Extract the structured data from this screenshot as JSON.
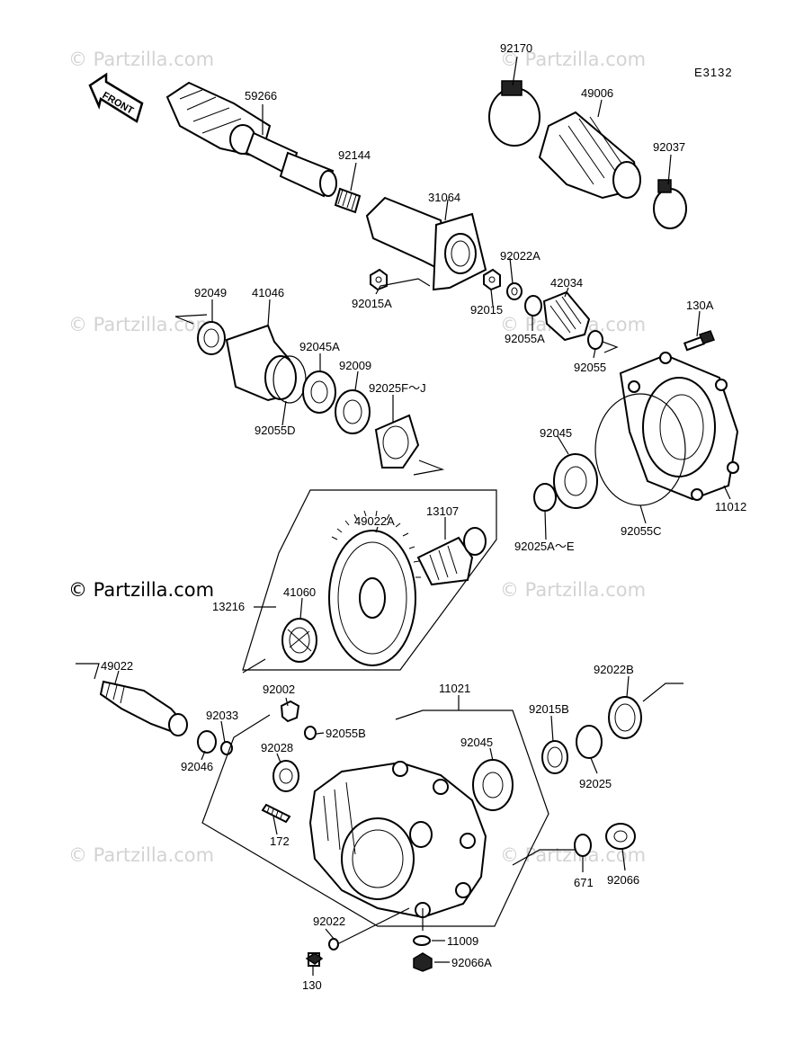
{
  "diagram_code": "E3132",
  "front_arrow_label": "FRONT",
  "watermarks": {
    "light": "© Partzilla.com",
    "main": "© Partzilla.com"
  },
  "parts": {
    "p59266": "59266",
    "p92144": "92144",
    "p31064": "31064",
    "p92170": "92170",
    "p49006": "49006",
    "p92037": "92037",
    "p92015A": "92015A",
    "p92015": "92015",
    "p92022A": "92022A",
    "p42034": "42034",
    "p92055A": "92055A",
    "p92055": "92055",
    "p130A": "130A",
    "p92049": "92049",
    "p41046": "41046",
    "p92045A": "92045A",
    "p92009": "92009",
    "p92025F": "92025F～J",
    "p92055D": "92055D",
    "p92045_top": "92045",
    "p11012": "11012",
    "p92055C": "92055C",
    "p92025A": "92025A～E",
    "p49022A": "49022A",
    "p13107": "13107",
    "p13216": "13216",
    "p41060": "41060",
    "p49022": "49022",
    "p92002": "92002",
    "p11021": "11021",
    "p92022B": "92022B",
    "p92033": "92033",
    "p92055B": "92055B",
    "p92015B": "92015B",
    "p92045_bot": "92045",
    "p92046": "92046",
    "p92028": "92028",
    "p92025": "92025",
    "p172": "172",
    "p671": "671",
    "p92066": "92066",
    "p92022": "92022",
    "p11009": "11009",
    "p92066A": "92066A",
    "p130": "130"
  }
}
